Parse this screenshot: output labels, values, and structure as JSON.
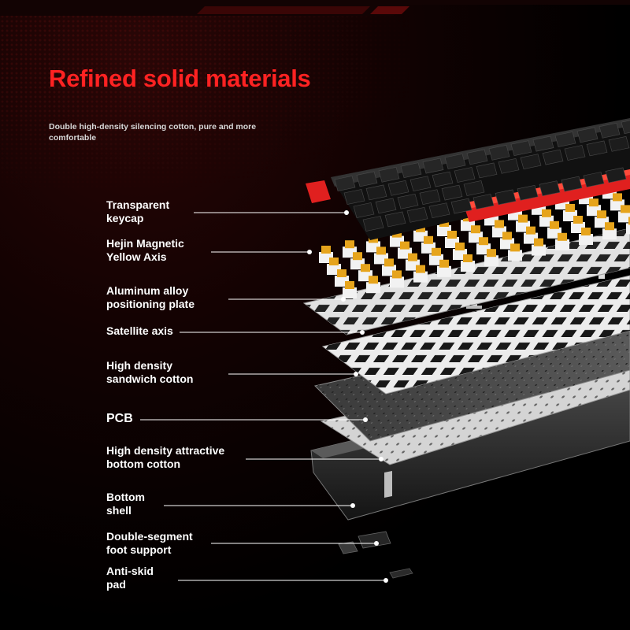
{
  "title": "Refined solid materials",
  "subtitle": "Double high-density silencing cotton, pure and more comfortable",
  "colors": {
    "accent": "#ff2222",
    "background": "#000000",
    "switch_yellow": "#e6a41c",
    "label": "#ffffff"
  },
  "layers": [
    {
      "id": "transparent-keycap",
      "label": "Transparent\nkeycap"
    },
    {
      "id": "yellow-axis",
      "label": "Hejin Magnetic\nYellow Axis"
    },
    {
      "id": "positioning-plate",
      "label": "Aluminum alloy\npositioning plate"
    },
    {
      "id": "satellite-axis",
      "label": "Satellite axis"
    },
    {
      "id": "sandwich-cotton",
      "label": "High density\nsandwich cotton"
    },
    {
      "id": "pcb",
      "label": "PCB"
    },
    {
      "id": "bottom-cotton",
      "label": "High density attractive\nbottom cotton"
    },
    {
      "id": "bottom-shell",
      "label": "Bottom\nshell"
    },
    {
      "id": "foot-support",
      "label": "Double-segment\nfoot support"
    },
    {
      "id": "anti-skid-pad",
      "label": "Anti-skid\npad"
    }
  ]
}
